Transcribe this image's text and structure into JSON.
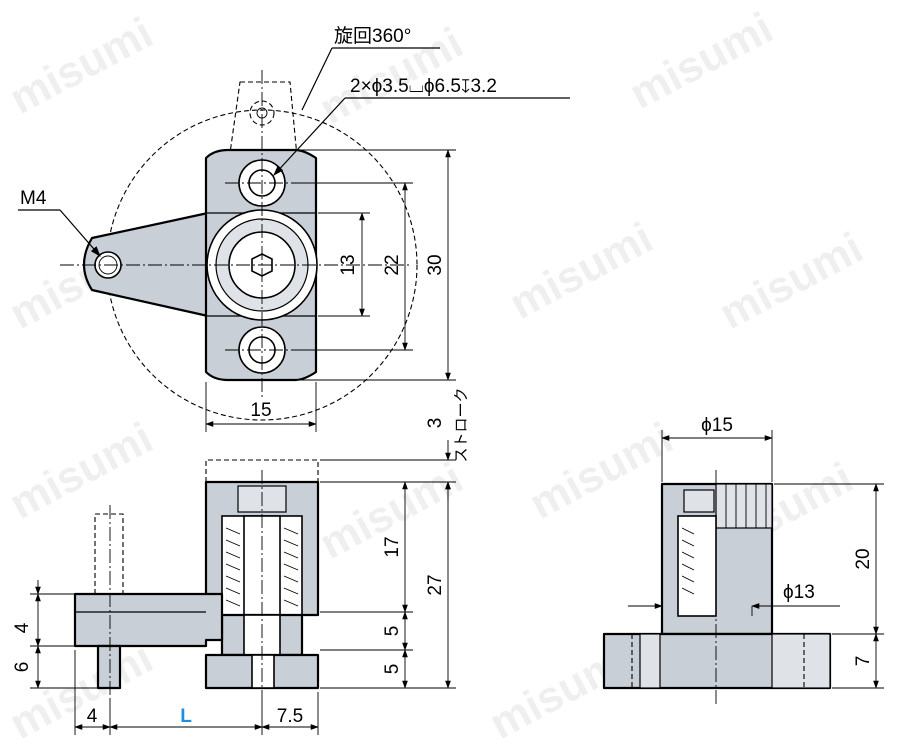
{
  "watermark": "misumi",
  "annotations": {
    "rotation": "旋回360°",
    "hole_spec": "2×ϕ3.5⌴ϕ6.5↧3.2",
    "thread": "M4",
    "stroke_label": "ストローク",
    "length_label": "L"
  },
  "dimensions": {
    "d13": "13",
    "d22": "22",
    "d30": "30",
    "d15": "15",
    "stroke": "3",
    "d17": "17",
    "d27": "27",
    "d5a": "5",
    "d5b": "5",
    "d4v": "4",
    "d6": "6",
    "d4h": "4",
    "d7_5": "7.5",
    "phi15": "ϕ15",
    "phi13": "ϕ13",
    "d20": "20",
    "d7": "7"
  },
  "colors": {
    "part_fill": "#c9cfd6",
    "accent": "#1d8fe0"
  }
}
